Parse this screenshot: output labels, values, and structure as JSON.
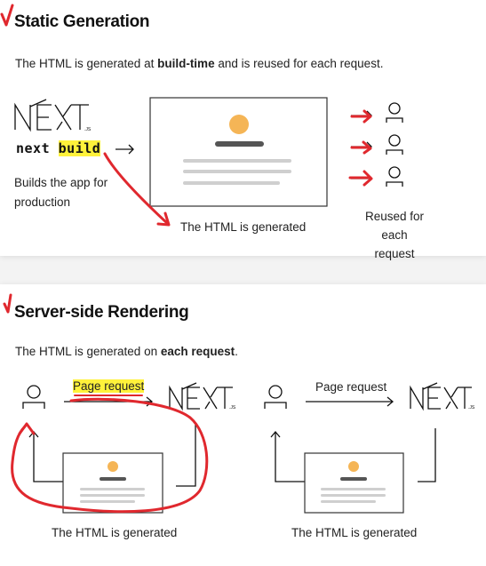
{
  "static_generation": {
    "title": "Static Generation",
    "desc_prefix": "The HTML is generated at ",
    "desc_bold": "build-time",
    "desc_suffix": " and is reused for each request.",
    "command_word1": "next",
    "command_word2": "build",
    "builds_line1": "Builds the app for",
    "builds_line2": "production",
    "html_generated": "The HTML is generated",
    "reused_line1": "Reused for each",
    "reused_line2": "request",
    "logo_small": ".JS"
  },
  "ssr": {
    "title": "Server-side Rendering",
    "desc_prefix": "The HTML is generated on ",
    "desc_bold": "each request",
    "desc_suffix": ".",
    "left_request": "Page request",
    "right_request": "Page request",
    "left_generated": "The HTML is generated",
    "right_generated": "The HTML is generated",
    "logo_small": ".JS"
  },
  "colors": {
    "annotation_red": "#e0282e",
    "highlight_yellow": "#fff23b",
    "avatar_orange": "#f5b556",
    "placeholder_gray": "#cfcfcf"
  }
}
